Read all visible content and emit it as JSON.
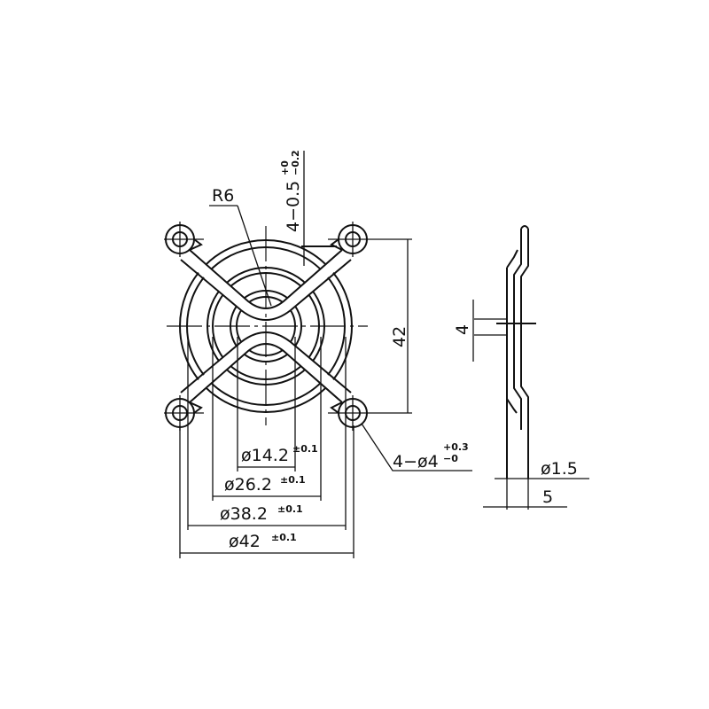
{
  "front_view": {
    "radius_label": "R6",
    "wire_offset_label": "4−0.5",
    "wire_offset_tol_upper": "+0",
    "wire_offset_tol_lower": "−0.2",
    "height_label": "42",
    "hole_label": "4−ø4",
    "hole_tol_upper": "+0.3",
    "hole_tol_lower": "−0",
    "diameters": [
      {
        "label": "ø14.2",
        "tol": "±0.1"
      },
      {
        "label": "ø26.2",
        "tol": "±0.1"
      },
      {
        "label": "ø38.2",
        "tol": "±0.1"
      },
      {
        "label": "ø42",
        "tol": "±0.1"
      }
    ]
  },
  "side_view": {
    "spacing_label": "4",
    "wire_diameter_label": "ø1.5",
    "depth_label": "5"
  }
}
